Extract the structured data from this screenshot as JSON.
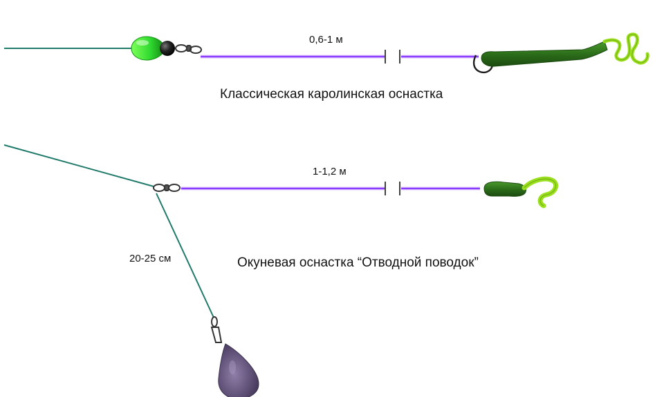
{
  "rig_classic": {
    "leader_length": "0,6-1 м",
    "caption": "Классическая каролинская оснастка"
  },
  "rig_perch": {
    "leader_length": "1-1,2 м",
    "branch_length": "20-25 см",
    "caption": "Окуневая оснастка “Отводной поводок”"
  },
  "colors": {
    "main_line": "#1f7a6a",
    "leader": "#8a3cff",
    "leader_glow": "#c79bff",
    "bullet_weight": "#3cf03c",
    "bead": "#111111",
    "lure": "#2e7d1e",
    "lure_tail": "#9be01e",
    "sinker": "#6b5a82"
  },
  "icons": {
    "weight": "bullet-weight-icon",
    "bead": "bead-icon",
    "swivel": "swivel-icon",
    "lure": "worm-lure-icon",
    "sinker": "drop-sinker-icon"
  }
}
